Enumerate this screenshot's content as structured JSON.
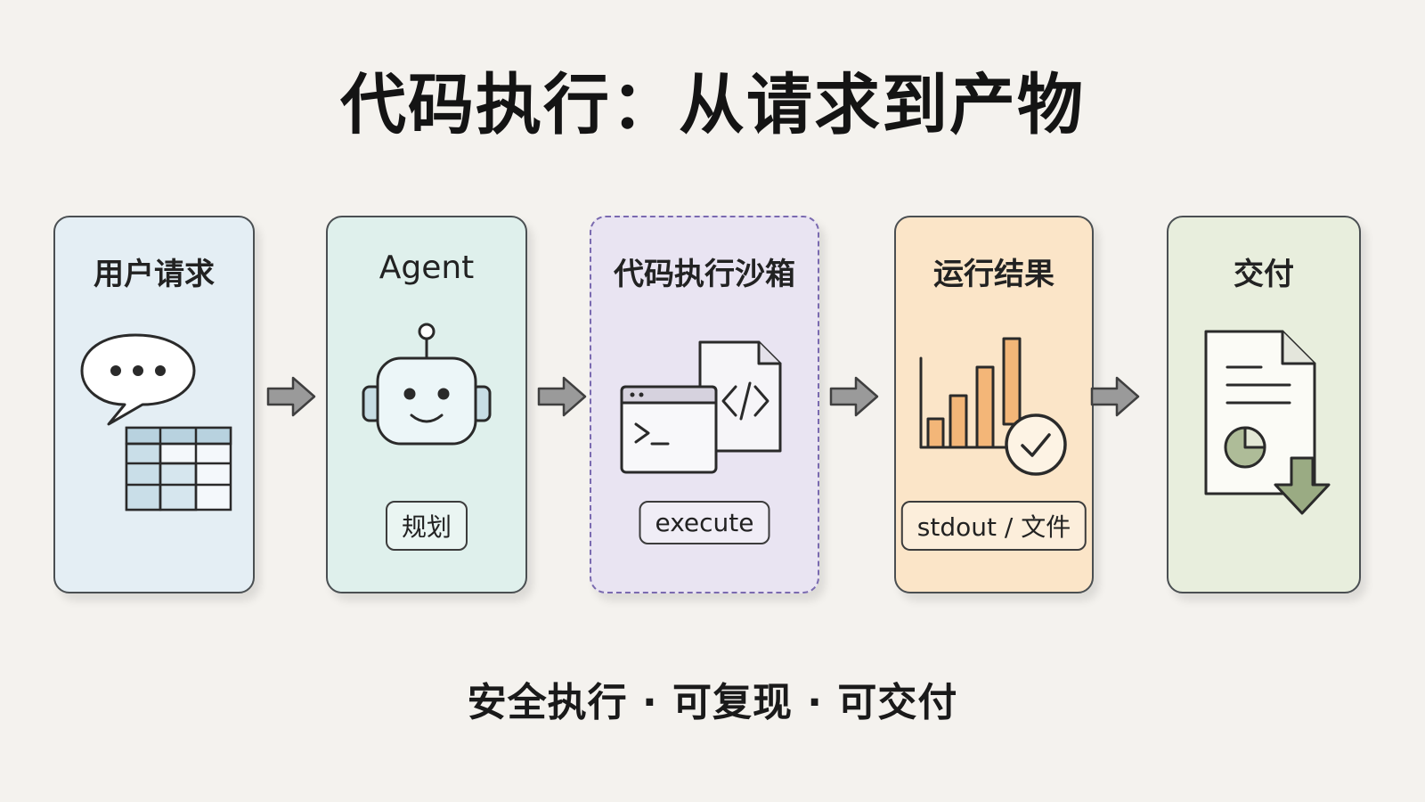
{
  "title": "代码执行：从请求到产物",
  "footer": "安全执行 · 可复现 · 可交付",
  "colors": {
    "card1": "#e4eef4",
    "card2": "#dff0ec",
    "card3": "#e9e4f2",
    "card4": "#fbe5c8",
    "card5": "#e8eedd",
    "outline": "#4a4f52",
    "dashed": "#7a6ab0",
    "bar_orange": "#f3b678",
    "download_green": "#9aab83"
  },
  "stages": [
    {
      "title": "用户请求",
      "icons": [
        "chat-bubble-icon",
        "spreadsheet-icon"
      ]
    },
    {
      "title": "Agent",
      "icons": [
        "robot-icon"
      ],
      "tag": "规划"
    },
    {
      "title": "代码执行沙箱",
      "icons": [
        "terminal-window-icon",
        "code-file-icon"
      ],
      "tag": "execute"
    },
    {
      "title": "运行结果",
      "icons": [
        "bar-chart-icon",
        "checkmark-circle-icon"
      ],
      "tag": "stdout / 文件"
    },
    {
      "title": "交付",
      "icons": [
        "document-icon",
        "pie-chart-icon",
        "download-arrow-icon"
      ]
    }
  ]
}
